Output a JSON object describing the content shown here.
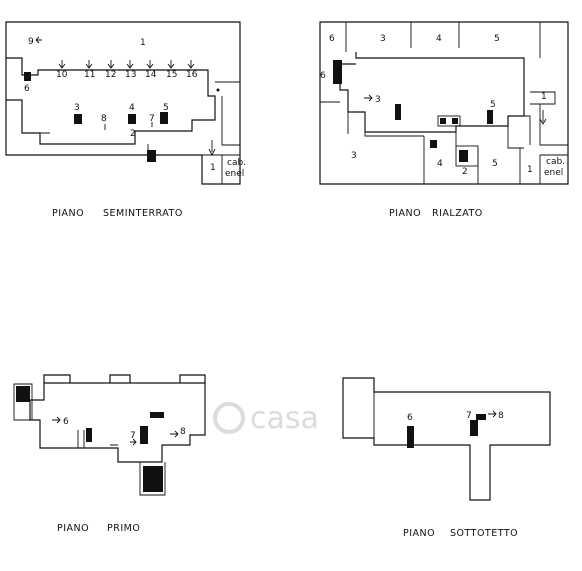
{
  "watermark": "casa",
  "plans": {
    "seminterrato": {
      "caption_a": "PIANO",
      "caption_b": "SEMINTERRATO",
      "labels": {
        "l1": "1",
        "l9": "9",
        "l6": "6",
        "l10": "10",
        "l11": "11",
        "l12": "12",
        "l13": "13",
        "l14": "14",
        "l15": "15",
        "l16": "16",
        "l3": "3",
        "l8": "8",
        "l4": "4",
        "l7": "7",
        "l5": "5",
        "l2": "2",
        "l1b": "1",
        "cab1": "cab.",
        "cab2": "enel"
      }
    },
    "rialzato": {
      "caption_a": "PIANO",
      "caption_b": "RIALZATO",
      "labels": {
        "l6a": "6",
        "l3a": "3",
        "l4a": "4",
        "l5a": "5",
        "l6b": "6",
        "l3b": "3",
        "l5b": "5",
        "l1a": "1",
        "l3c": "3",
        "l4b": "4",
        "l2": "2",
        "l5c": "5",
        "l1b": "1",
        "cab1": "cab.",
        "cab2": "enel"
      }
    },
    "primo": {
      "caption_a": "PIANO",
      "caption_b": "PRIMO",
      "labels": {
        "l6": "6",
        "l7": "7",
        "l8": "8"
      }
    },
    "sottotetto": {
      "caption_a": "PIANO",
      "caption_b": "SOTTOTETTO",
      "labels": {
        "l6": "6",
        "l7": "7",
        "l8": "8"
      }
    }
  }
}
